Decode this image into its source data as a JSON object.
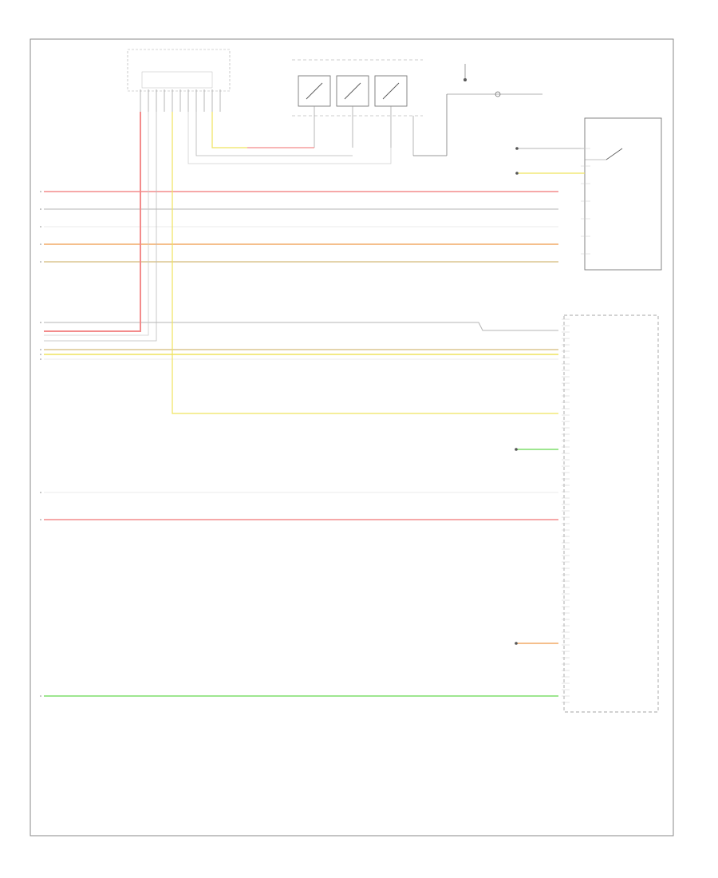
{
  "diagram": {
    "footer_code": "",
    "colors": {
      "red": "#f38b8b",
      "gray": "#b5b5b5",
      "white": "#e4e4e4",
      "orange": "#f2aa66",
      "tan": "#dcc690",
      "yellow": "#efe35e",
      "green": "#7fdd6b",
      "frame": "#8a8a8a"
    },
    "components": [
      {
        "id": "shift-lever-switch",
        "name": ""
      },
      {
        "id": "sport-mode-switch",
        "name": ""
      },
      {
        "id": "ground",
        "name": ""
      },
      {
        "id": "ground-splice",
        "name": ""
      },
      {
        "id": "transmission-range-switch",
        "name": ""
      },
      {
        "id": "starter-system",
        "name": ""
      },
      {
        "id": "transmission-control-module",
        "name": ""
      },
      {
        "id": "power-distribution-a",
        "name": ""
      },
      {
        "id": "power-distribution-b",
        "name": ""
      }
    ],
    "wires": [
      {
        "id": "w1",
        "color": "RED",
        "label_left": "",
        "label_right": ""
      },
      {
        "id": "w2",
        "color": "GRY",
        "label_left": "",
        "label_right": ""
      },
      {
        "id": "w3",
        "color": "WHT",
        "label_left": "",
        "label_right": ""
      },
      {
        "id": "w4",
        "color": "ORN",
        "label_left": "",
        "label_right": ""
      },
      {
        "id": "w5",
        "color": "TAN",
        "label_left": "",
        "label_right": ""
      },
      {
        "id": "w6",
        "color": "GRY",
        "label_left": "",
        "label_right": ""
      },
      {
        "id": "w7",
        "color": "TAN",
        "label_left": "",
        "label_right": ""
      },
      {
        "id": "w8",
        "color": "YEL",
        "label_left": "",
        "label_right": ""
      },
      {
        "id": "w9",
        "color": "WHT",
        "label_left": "",
        "label_right": ""
      },
      {
        "id": "w10",
        "color": "YEL",
        "label_left": "",
        "label_right": ""
      },
      {
        "id": "w11",
        "color": "GRN",
        "label_left": "",
        "label_right": ""
      },
      {
        "id": "w12",
        "color": "WHT",
        "label_left": "",
        "label_right": ""
      },
      {
        "id": "w13",
        "color": "RED",
        "label_left": "",
        "label_right": ""
      },
      {
        "id": "w14",
        "color": "ORN",
        "label_left": "",
        "label_right": ""
      },
      {
        "id": "w15",
        "color": "GRN",
        "label_left": "",
        "label_right": ""
      }
    ]
  }
}
